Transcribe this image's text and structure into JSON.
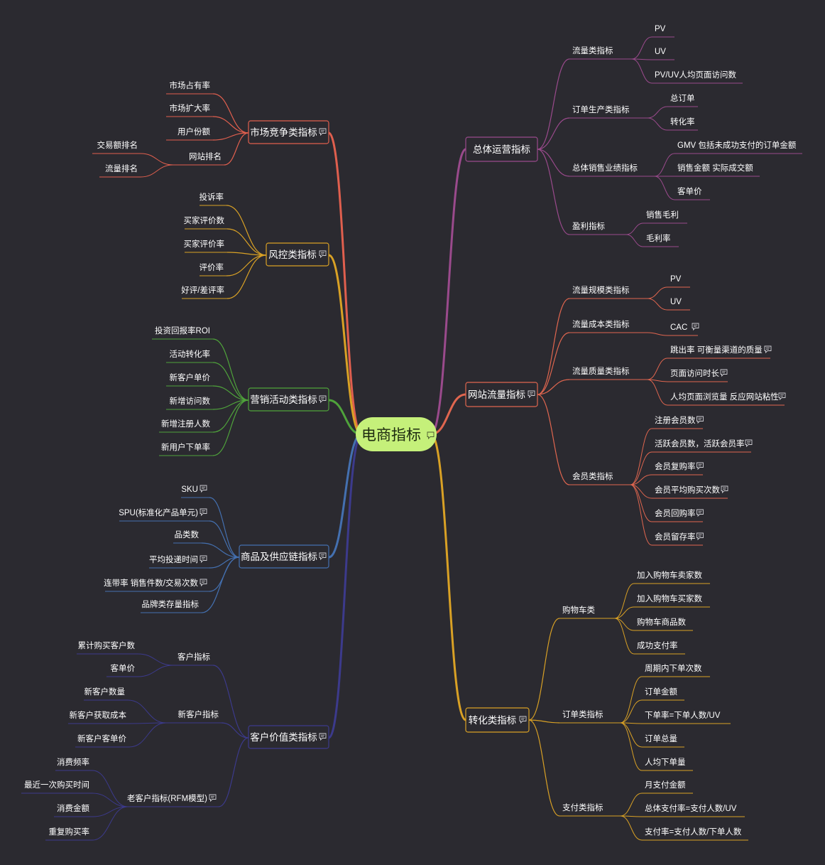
{
  "root": "电商指标",
  "colors": {
    "background": "#2b2a30",
    "root_fill": "#c5f07a",
    "总体运营指标": "#9a4a8c",
    "网站流量指标": "#e0664f",
    "转化类指标": "#d9a125",
    "市场竞争类指标": "#e05f4e",
    "风控类指标": "#d9a125",
    "营销活动类指标": "#4fa33b",
    "商品及供应链指标": "#4470b0",
    "客户价值类指标": "#3c3a8c"
  },
  "branches": [
    {
      "label": "总体运营指标",
      "side": "right",
      "children": [
        {
          "label": "流量类指标",
          "children": [
            {
              "label": "PV"
            },
            {
              "label": "UV"
            },
            {
              "label": "PV/UV人均页面访问数"
            }
          ]
        },
        {
          "label": "订单生产类指标",
          "children": [
            {
              "label": "总订单"
            },
            {
              "label": "转化率"
            }
          ]
        },
        {
          "label": "总体销售业绩指标",
          "children": [
            {
              "label": "GMV 包括未成功支付的订单金额"
            },
            {
              "label": "销售金额 实际成交额"
            },
            {
              "label": "客单价"
            }
          ]
        },
        {
          "label": "盈利指标",
          "children": [
            {
              "label": "销售毛利"
            },
            {
              "label": "毛利率"
            }
          ]
        }
      ]
    },
    {
      "label": "网站流量指标",
      "side": "right",
      "note": true,
      "children": [
        {
          "label": "流量规模类指标",
          "children": [
            {
              "label": "PV"
            },
            {
              "label": "UV"
            }
          ]
        },
        {
          "label": "流量成本类指标",
          "children": [
            {
              "label": "CAC",
              "note": true
            }
          ]
        },
        {
          "label": "流量质量类指标",
          "children": [
            {
              "label": "跳出率 可衡量渠道的质量",
              "note": true
            },
            {
              "label": "页面访问时长",
              "note": true
            },
            {
              "label": "人均页面浏览量 反应网站粘性",
              "note": true
            }
          ]
        },
        {
          "label": "会员类指标",
          "children": [
            {
              "label": "注册会员数",
              "note": true
            },
            {
              "label": "活跃会员数，活跃会员率",
              "note": true
            },
            {
              "label": "会员复购率",
              "note": true
            },
            {
              "label": "会员平均购买次数",
              "note": true
            },
            {
              "label": "会员回购率",
              "note": true
            },
            {
              "label": "会员留存率",
              "note": true
            }
          ]
        }
      ]
    },
    {
      "label": "转化类指标",
      "side": "right",
      "note": true,
      "children": [
        {
          "label": "购物车类",
          "children": [
            {
              "label": "加入购物车卖家数"
            },
            {
              "label": "加入购物车买家数"
            },
            {
              "label": "购物车商品数"
            },
            {
              "label": "成功支付率"
            }
          ]
        },
        {
          "label": "订单类指标",
          "children": [
            {
              "label": "周期内下单次数"
            },
            {
              "label": "订单金额"
            },
            {
              "label": "下单率=下单人数/UV"
            },
            {
              "label": "订单总量"
            },
            {
              "label": "人均下单量"
            }
          ]
        },
        {
          "label": "支付类指标",
          "children": [
            {
              "label": "月支付金额"
            },
            {
              "label": "总体支付率=支付人数/UV"
            },
            {
              "label": "支付率=支付人数/下单人数"
            }
          ]
        }
      ]
    },
    {
      "label": "市场竞争类指标",
      "side": "left",
      "note": true,
      "children": [
        {
          "label": "市场占有率"
        },
        {
          "label": "市场扩大率"
        },
        {
          "label": "用户份额"
        },
        {
          "label": "网站排名",
          "children": [
            {
              "label": "交易额排名"
            },
            {
              "label": "流量排名"
            }
          ]
        }
      ]
    },
    {
      "label": "风控类指标",
      "side": "left",
      "note": true,
      "children": [
        {
          "label": "投诉率"
        },
        {
          "label": "买家评价数"
        },
        {
          "label": "买家评价率"
        },
        {
          "label": "评价率"
        },
        {
          "label": "好评/差评率"
        }
      ]
    },
    {
      "label": "营销活动类指标",
      "side": "left",
      "note": true,
      "children": [
        {
          "label": "投资回报率ROI"
        },
        {
          "label": "活动转化率"
        },
        {
          "label": "新客户单价"
        },
        {
          "label": "新增访问数"
        },
        {
          "label": "新增注册人数"
        },
        {
          "label": "新用户下单率"
        }
      ]
    },
    {
      "label": "商品及供应链指标",
      "side": "left",
      "note": true,
      "children": [
        {
          "label": "SKU",
          "note": true
        },
        {
          "label": "SPU(标准化产品单元)",
          "note": true
        },
        {
          "label": "品类数"
        },
        {
          "label": "平均投递时间",
          "note": true
        },
        {
          "label": "连带率 销售件数/交易次数",
          "note": true
        },
        {
          "label": "品牌类存量指标"
        }
      ]
    },
    {
      "label": "客户价值类指标",
      "side": "left",
      "note": true,
      "children": [
        {
          "label": "客户指标",
          "children": [
            {
              "label": "累计购买客户数"
            },
            {
              "label": "客单价"
            }
          ]
        },
        {
          "label": "新客户指标",
          "children": [
            {
              "label": "新客户数量"
            },
            {
              "label": "新客户获取成本"
            },
            {
              "label": "新客户客单价"
            }
          ]
        },
        {
          "label": "老客户指标(RFM模型)",
          "note": true,
          "children": [
            {
              "label": "消费频率"
            },
            {
              "label": "最近一次购买时间"
            },
            {
              "label": "消费金额"
            },
            {
              "label": "重复购买率"
            }
          ]
        }
      ]
    }
  ]
}
